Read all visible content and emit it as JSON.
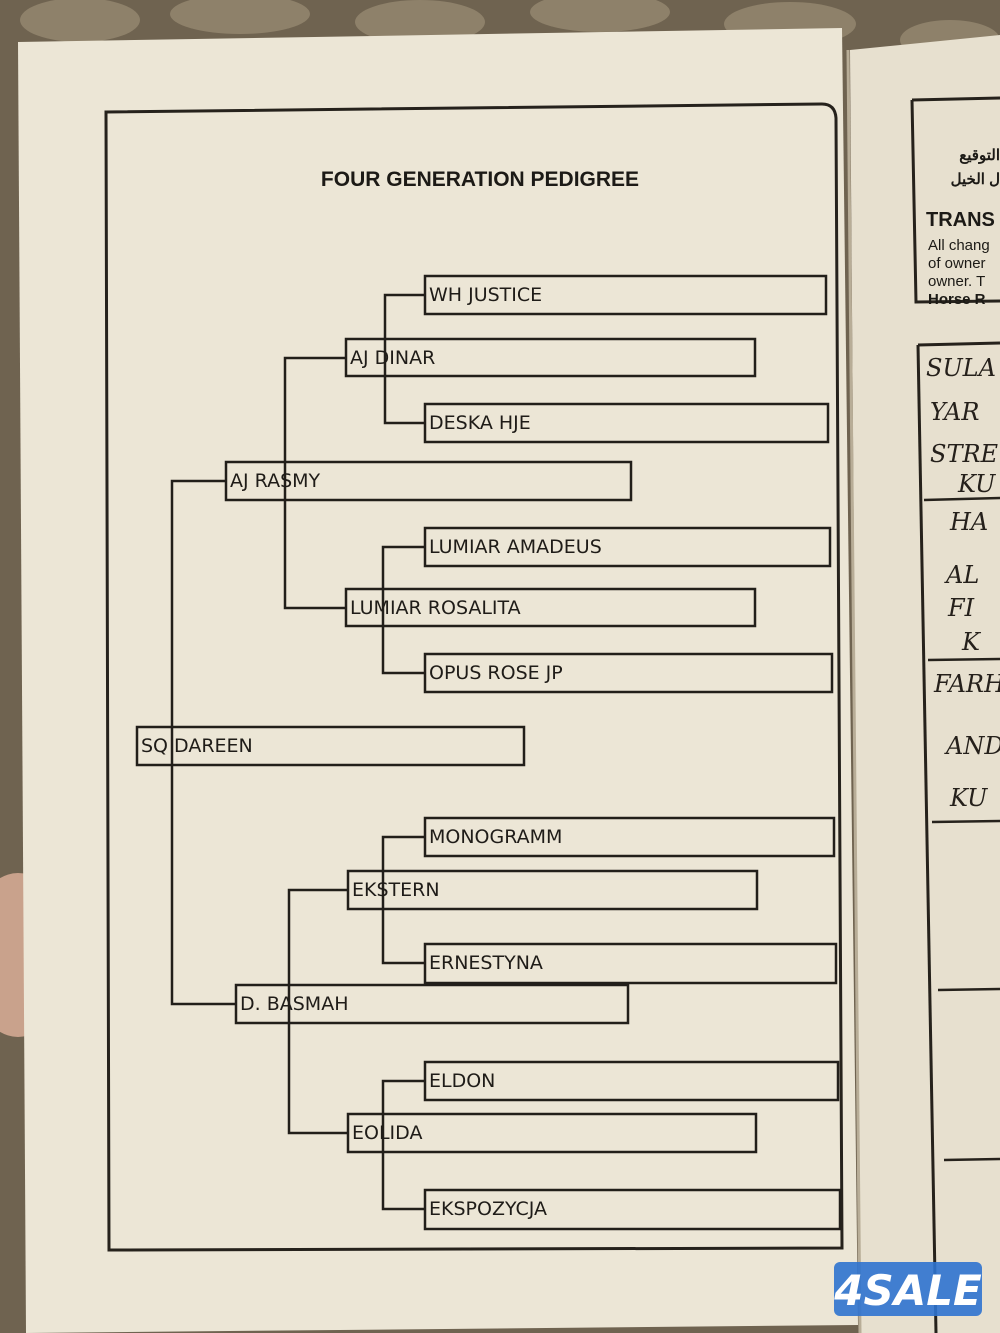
{
  "document": {
    "title": "FOUR GENERATION PEDIGREE",
    "horse": {
      "name": "SQ DAREEN",
      "sire": {
        "name": "AJ RASMY",
        "sire": {
          "name": "AJ DINAR",
          "sire": "WH JUSTICE",
          "dam": "DESKA HJE"
        },
        "dam": {
          "name": "LUMIAR ROSALITA",
          "sire": "LUMIAR AMADEUS",
          "dam": "OPUS ROSE JP"
        }
      },
      "dam": {
        "name": "D. BASMAH",
        "sire": {
          "name": "EKSTERN",
          "sire": "MONOGRAMM",
          "dam": "ERNESTYNA"
        },
        "dam": {
          "name": "EOLIDA",
          "sire": "ELDON",
          "dam": "EKSPOZYCJA"
        }
      }
    }
  },
  "adjacent_page": {
    "arabic_line_1": "التوقيع",
    "arabic_line_2": "ل الخيل",
    "heading": "TRANS",
    "text_lines": [
      "All chang",
      "of owner",
      "owner. T",
      "Horse R"
    ],
    "handwritten": [
      "SULA",
      "YAR",
      "STRE",
      "KU",
      "HA",
      "AL",
      "FI",
      "K",
      "FARH",
      "AND",
      "KU"
    ]
  },
  "watermark": {
    "text": "4SALE",
    "color": "#2f73cf"
  },
  "colors": {
    "paper": "#ece6d6",
    "ink": "#221f1a",
    "background": "#6f6350"
  }
}
